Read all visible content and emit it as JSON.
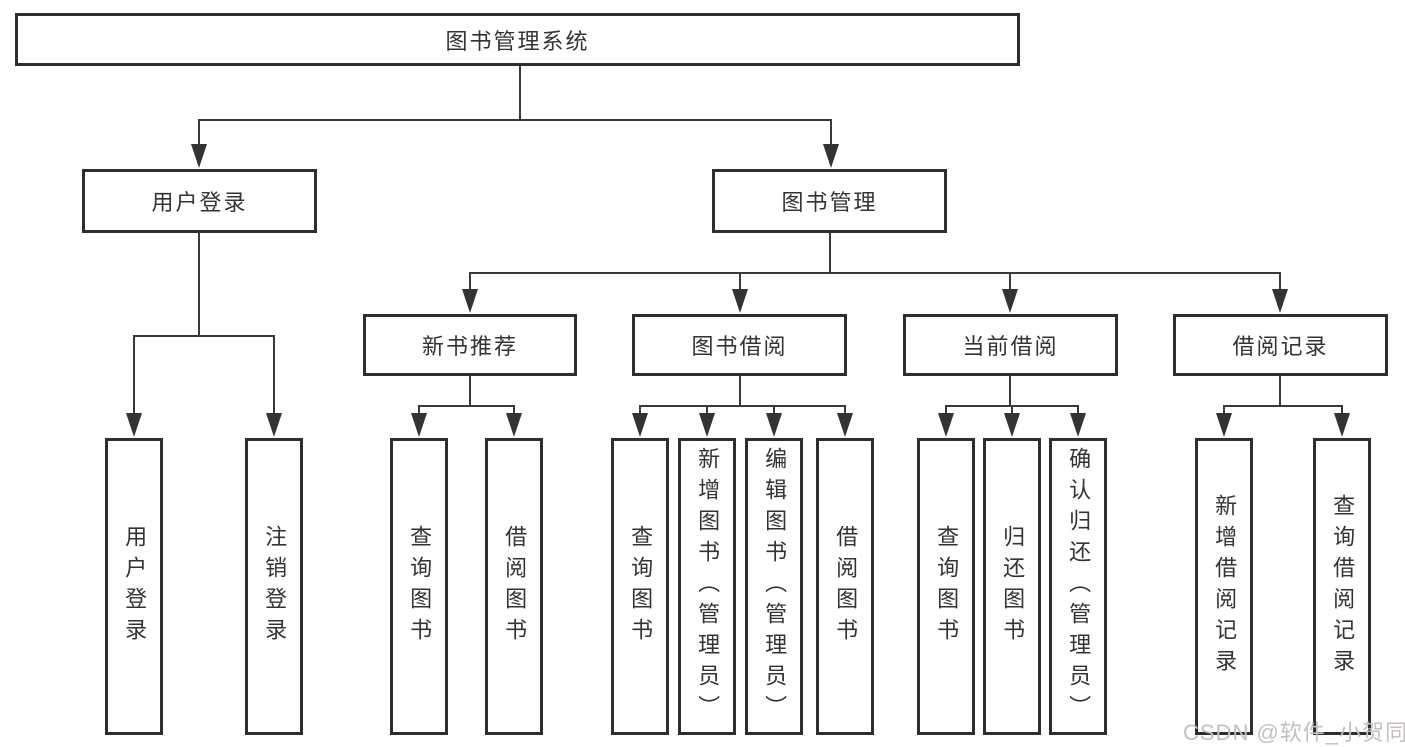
{
  "title": "图书管理系统",
  "level2": {
    "user_login": "用户登录",
    "book_mgmt": "图书管理"
  },
  "level3": {
    "new_books": "新书推荐",
    "borrowing": "图书借阅",
    "current": "当前借阅",
    "records": "借阅记录"
  },
  "leaves": {
    "user_login": [
      "用户登录",
      "注销登录"
    ],
    "new_books": [
      "查询图书",
      "借阅图书"
    ],
    "borrowing": [
      "查询图书",
      "新增图书（管理员）",
      "编辑图书（管理员）",
      "借阅图书"
    ],
    "current": [
      "查询图书",
      "归还图书",
      "确认归还（管理员）"
    ],
    "records": [
      "新增借阅记录",
      "查询借阅记录"
    ]
  },
  "watermark": "CSDN @软件_小贺同学",
  "colors": {
    "background": "#ffffff",
    "line": "#3a3a3a",
    "box_border": "#2e2e2e",
    "text": "#333333",
    "watermark": "#c6bfc1"
  }
}
